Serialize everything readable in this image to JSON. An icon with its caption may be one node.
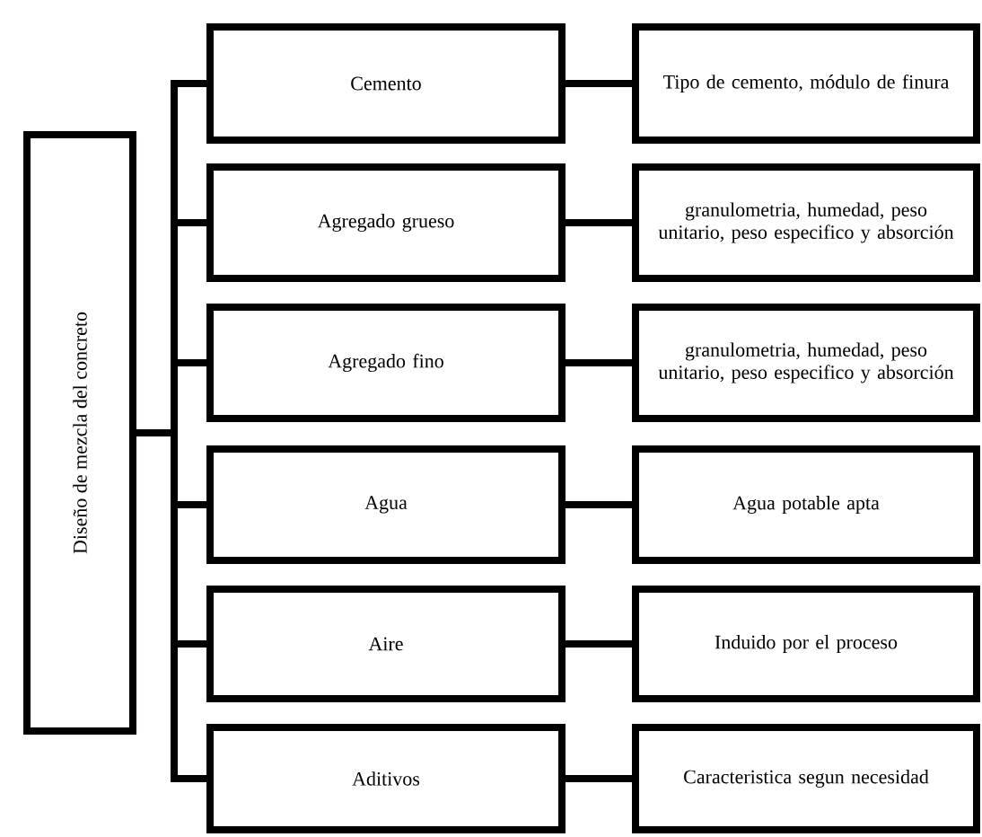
{
  "diagram": {
    "nodes": [
      {
        "text": [
          "Diseño de mezcla del concreto"
        ]
      },
      {
        "text": [
          "Cemento"
        ]
      },
      {
        "text": [
          "Tipo de cemento, módulo de finura"
        ]
      },
      {
        "text": [
          "Agregado grueso"
        ]
      },
      {
        "text": [
          "granulometria, humedad, peso unitario, peso especifico y absorción"
        ]
      },
      {
        "text": [
          "Agregado fino"
        ]
      },
      {
        "text": [
          "granulometria, humedad, peso unitario, peso especifico y absorción"
        ]
      },
      {
        "text": [
          "Agua"
        ]
      },
      {
        "text": [
          "Agua potable apta"
        ]
      },
      {
        "text": [
          "Aire"
        ]
      },
      {
        "text": [
          "Induido por el proceso"
        ]
      },
      {
        "text": [
          "Aditivos"
        ]
      },
      {
        "text": [
          "Caracteristica segun necesidad"
        ]
      }
    ],
    "edges": [
      {
        "from": 0,
        "to": 1,
        "arrow": "none"
      },
      {
        "from": 0,
        "to": 3,
        "arrow": "none"
      },
      {
        "from": 0,
        "to": 5,
        "arrow": "none"
      },
      {
        "from": 0,
        "to": 7,
        "arrow": "none"
      },
      {
        "from": 0,
        "to": 9,
        "arrow": "none"
      },
      {
        "from": 0,
        "to": 11,
        "arrow": "none"
      },
      {
        "from": 1,
        "to": 2,
        "arrow": "none"
      },
      {
        "from": 3,
        "to": 4,
        "arrow": "none"
      },
      {
        "from": 5,
        "to": 6,
        "arrow": "none"
      },
      {
        "from": 7,
        "to": 8,
        "arrow": "none"
      },
      {
        "from": 9,
        "to": 10,
        "arrow": "none"
      },
      {
        "from": 11,
        "to": 12,
        "arrow": "none"
      }
    ]
  }
}
